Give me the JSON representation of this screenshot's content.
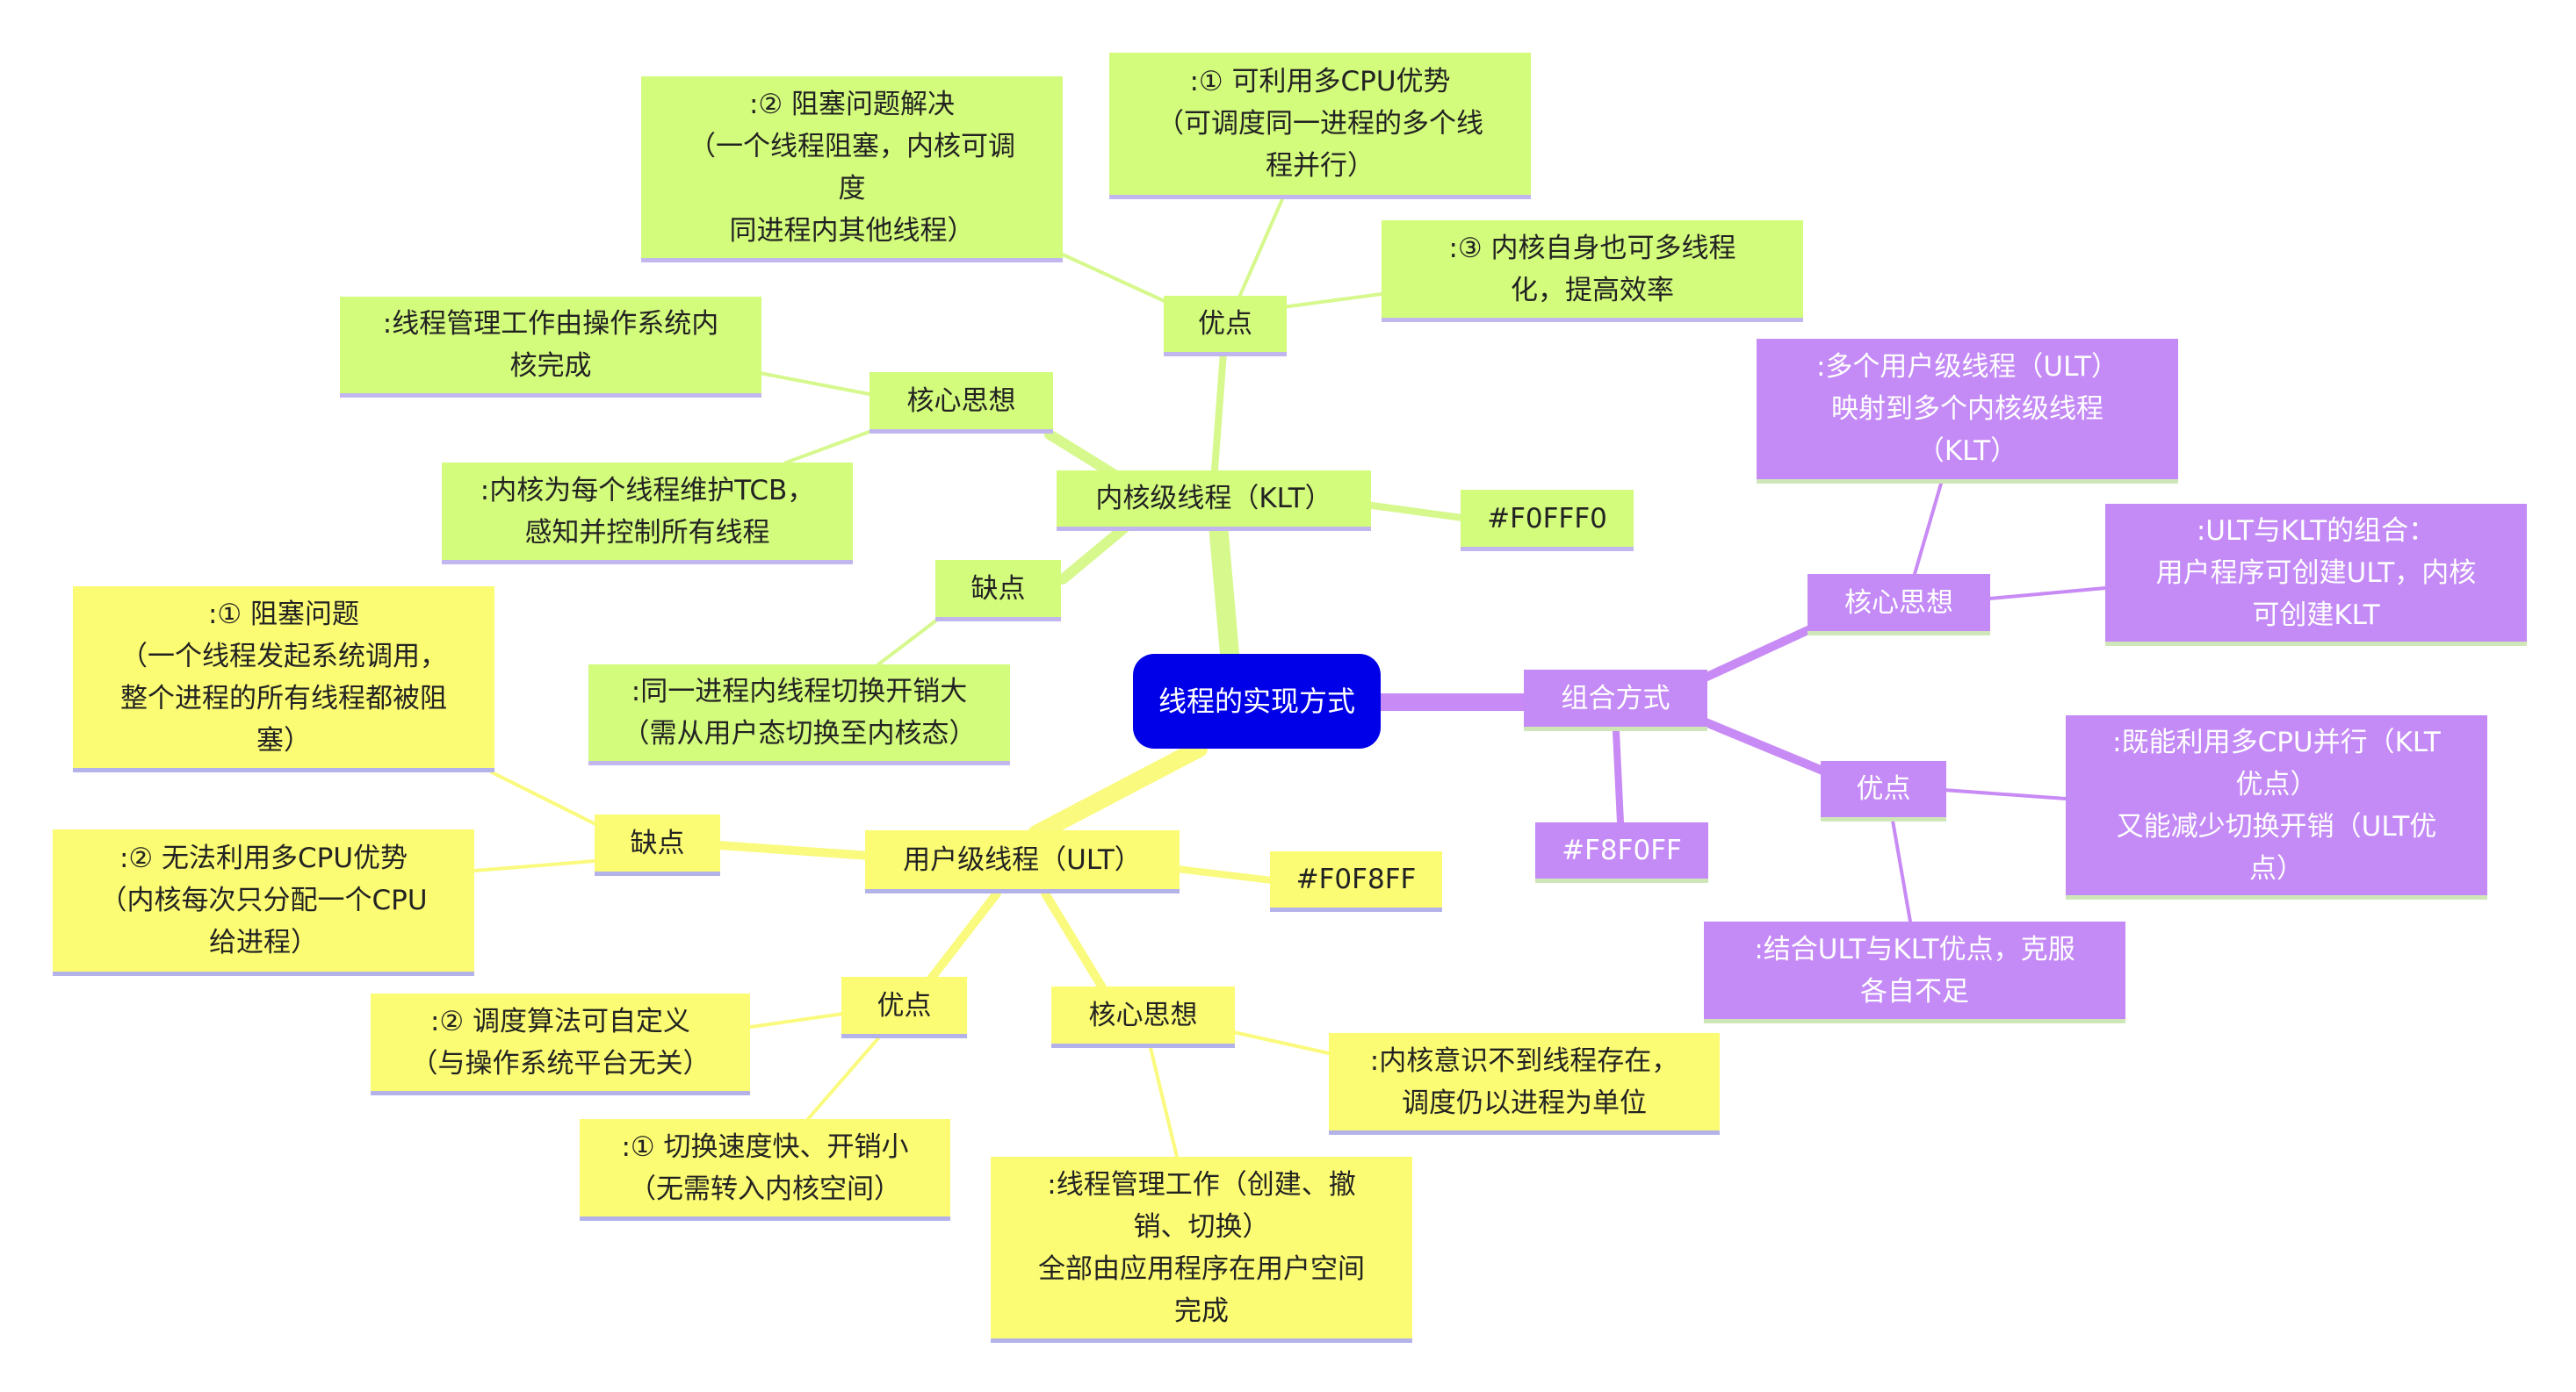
{
  "root": {
    "label": "线程的实现方式"
  },
  "klt": {
    "label": "内核级线程（KLT）",
    "color_code": "#F0FFF0",
    "advantages": {
      "label": "优点",
      "items": [
        ":① 可利用多CPU优势\n（可调度同一进程的多个线\n程并行）",
        ":② 阻塞问题解决\n（一个线程阻塞，内核可调\n度\n同进程内其他线程）",
        ":③ 内核自身也可多线程\n化，提高效率"
      ]
    },
    "core_idea": {
      "label": "核心思想",
      "items": [
        ":线程管理工作由操作系统内\n核完成",
        ":内核为每个线程维护TCB，\n感知并控制所有线程"
      ]
    },
    "disadvantages": {
      "label": "缺点",
      "items": [
        ":同一进程内线程切换开销大\n（需从用户态切换至内核态）"
      ]
    }
  },
  "ult": {
    "label": "用户级线程（ULT）",
    "color_code": "#F0F8FF",
    "disadvantages": {
      "label": "缺点",
      "items": [
        ":① 阻塞问题\n（一个线程发起系统调用，\n整个进程的所有线程都被阻\n塞）",
        ":② 无法利用多CPU优势\n（内核每次只分配一个CPU\n给进程）"
      ]
    },
    "advantages": {
      "label": "优点",
      "items": [
        ":② 调度算法可自定义\n（与操作系统平台无关）",
        ":① 切换速度快、开销小\n（无需转入内核空间）"
      ]
    },
    "core_idea": {
      "label": "核心思想",
      "items": [
        ":内核意识不到线程存在，\n调度仍以进程为单位",
        ":线程管理工作（创建、撤\n销、切换）\n全部由应用程序在用户空间\n完成"
      ]
    }
  },
  "combined": {
    "label": "组合方式",
    "color_code": "#F8F0FF",
    "core_idea": {
      "label": "核心思想",
      "items": [
        ":多个用户级线程（ULT）\n映射到多个内核级线程\n（KLT）",
        ":ULT与KLT的组合：\n用户程序可创建ULT，内核\n可创建KLT"
      ]
    },
    "advantages": {
      "label": "优点",
      "items": [
        ":既能利用多CPU并行（KLT\n优点）\n又能减少切换开销（ULT优\n点）",
        ":结合ULT与KLT优点，克服\n各自不足"
      ]
    }
  },
  "colors": {
    "root": "#0000e8",
    "klt_fill": "#d3fb7c",
    "klt_edge": "#d6f88c",
    "ult_fill": "#fcfc74",
    "ult_edge": "#fafa7e",
    "combined_fill": "#c48af6",
    "combined_edge": "#c88af4"
  }
}
